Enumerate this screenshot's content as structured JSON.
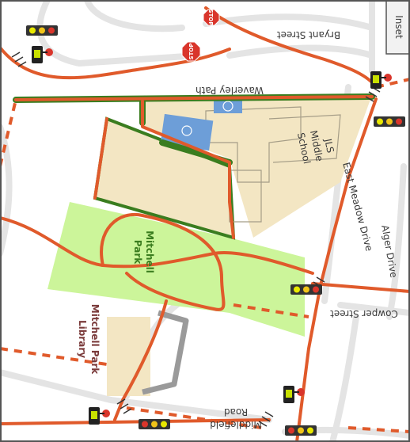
{
  "corner_label": "Inset",
  "streets": {
    "bryant": "Bryant Street",
    "waverley": "Waverley Path",
    "east_meadow": "East Meadow Drive",
    "alger": "Alger Drive",
    "cowper": "Cowper Street",
    "middlefield_1": "Middlefield",
    "middlefield_2": "Road"
  },
  "places": {
    "school_1": "JLS",
    "school_2": "Middle",
    "school_3": "School",
    "park_1": "Mitchell",
    "park_2": "Park",
    "library_1": "Mitchell Park",
    "library_2": "Library"
  },
  "signs": {
    "stop": "STOP"
  },
  "colors": {
    "route": "#e05a2b",
    "path_green": "#3a7d1f",
    "park_fill": "#ccf59a",
    "school_fill": "#f3e6c3",
    "street_gray": "#e3e3e3",
    "bike_blue": "#6d9ed8",
    "stop_red": "#d9352b",
    "signal_yellow": "#f0c419"
  },
  "icons": {
    "crossing_guard": "crossing-guard-icon",
    "traffic_signal": "traffic-signal-icon",
    "stop_sign": "stop-sign-icon",
    "bike_parking": "bike-parking-icon"
  }
}
